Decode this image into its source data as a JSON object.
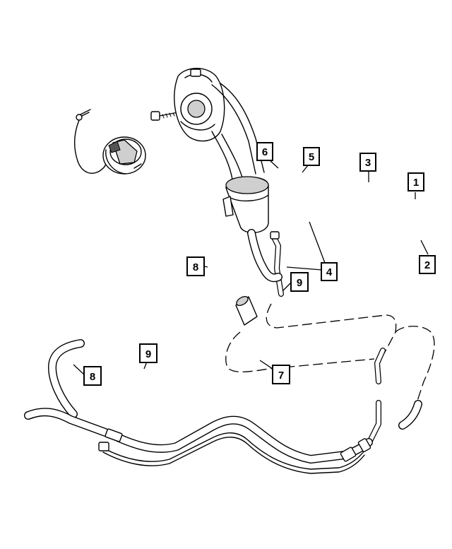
{
  "diagram": {
    "callouts": [
      {
        "id": "c1",
        "label": "1"
      },
      {
        "id": "c2",
        "label": "2"
      },
      {
        "id": "c3",
        "label": "3"
      },
      {
        "id": "c4",
        "label": "4"
      },
      {
        "id": "c5",
        "label": "5"
      },
      {
        "id": "c6",
        "label": "6"
      },
      {
        "id": "c7",
        "label": "7"
      },
      {
        "id": "c8a",
        "label": "8"
      },
      {
        "id": "c8b",
        "label": "8"
      },
      {
        "id": "c9a",
        "label": "9"
      },
      {
        "id": "c9b",
        "label": "9"
      }
    ]
  }
}
